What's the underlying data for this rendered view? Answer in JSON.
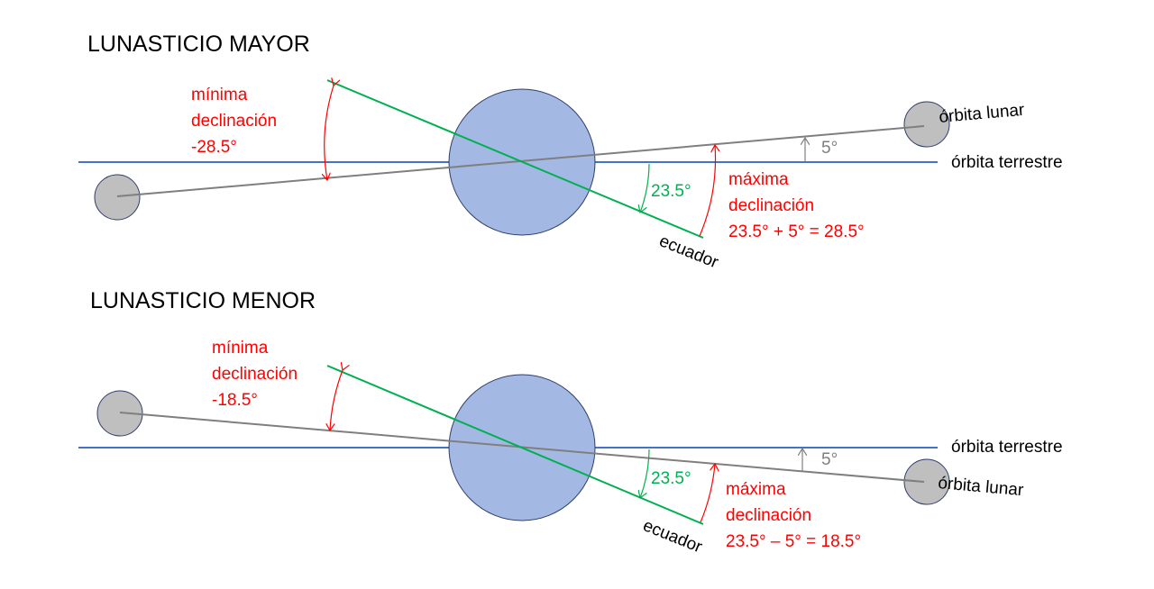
{
  "colors": {
    "orbit_earth": "#4472c4",
    "orbit_moon": "#7f7f7f",
    "equator": "#00b050",
    "declination": "#ff0000",
    "earth_fill": "#a3b8e2",
    "moon_fill": "#bfbfbf"
  },
  "major": {
    "title": "LUNASTICIO MAYOR",
    "min_label_1": "mínima",
    "min_label_2": "declinación",
    "min_value": "-28.5°",
    "tilt_angle": "23.5°",
    "max_label_1": "máxima",
    "max_label_2": "declinación",
    "max_formula": "23.5° + 5°  = 28.5°",
    "orbit_angle": "5°",
    "moon_orbit_label": "órbita lunar",
    "earth_orbit_label": "órbita terrestre",
    "equator_label": "ecuador"
  },
  "minor": {
    "title": "LUNASTICIO MENOR",
    "min_label_1": "mínima",
    "min_label_2": "declinación",
    "min_value": "-18.5°",
    "tilt_angle": "23.5°",
    "max_label_1": "máxima",
    "max_label_2": "declinación",
    "max_formula": "23.5° – 5° = 18.5°",
    "orbit_angle": "5°",
    "moon_orbit_label": "órbita lunar",
    "earth_orbit_label": "órbita terrestre",
    "equator_label": "ecuador"
  }
}
